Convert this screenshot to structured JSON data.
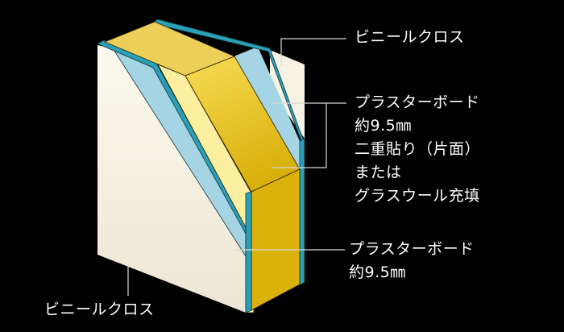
{
  "colors": {
    "background": "#000000",
    "vinyl_cloth": "#f6f2e2",
    "plasterboard": "#a4d4e4",
    "plasterboard_edge": "#2a9fb5",
    "insulation_top": "#ecd059",
    "insulation_front": "#dbb30e",
    "insulation_light": "#fbeea0",
    "leader_line": "#d8d8d8",
    "text": "#ffffff"
  },
  "labels": {
    "top_right_cloth": {
      "lines": [
        "ビニールクロス"
      ]
    },
    "double_board": {
      "lines": [
        "プラスターボード",
        "約9.5㎜",
        "二重貼り（片面）",
        "または",
        "グラスウール充填"
      ]
    },
    "single_board": {
      "lines": [
        "プラスターボード",
        "約9.5㎜"
      ]
    },
    "bottom_left_cloth": {
      "lines": [
        "ビニールクロス"
      ]
    }
  }
}
